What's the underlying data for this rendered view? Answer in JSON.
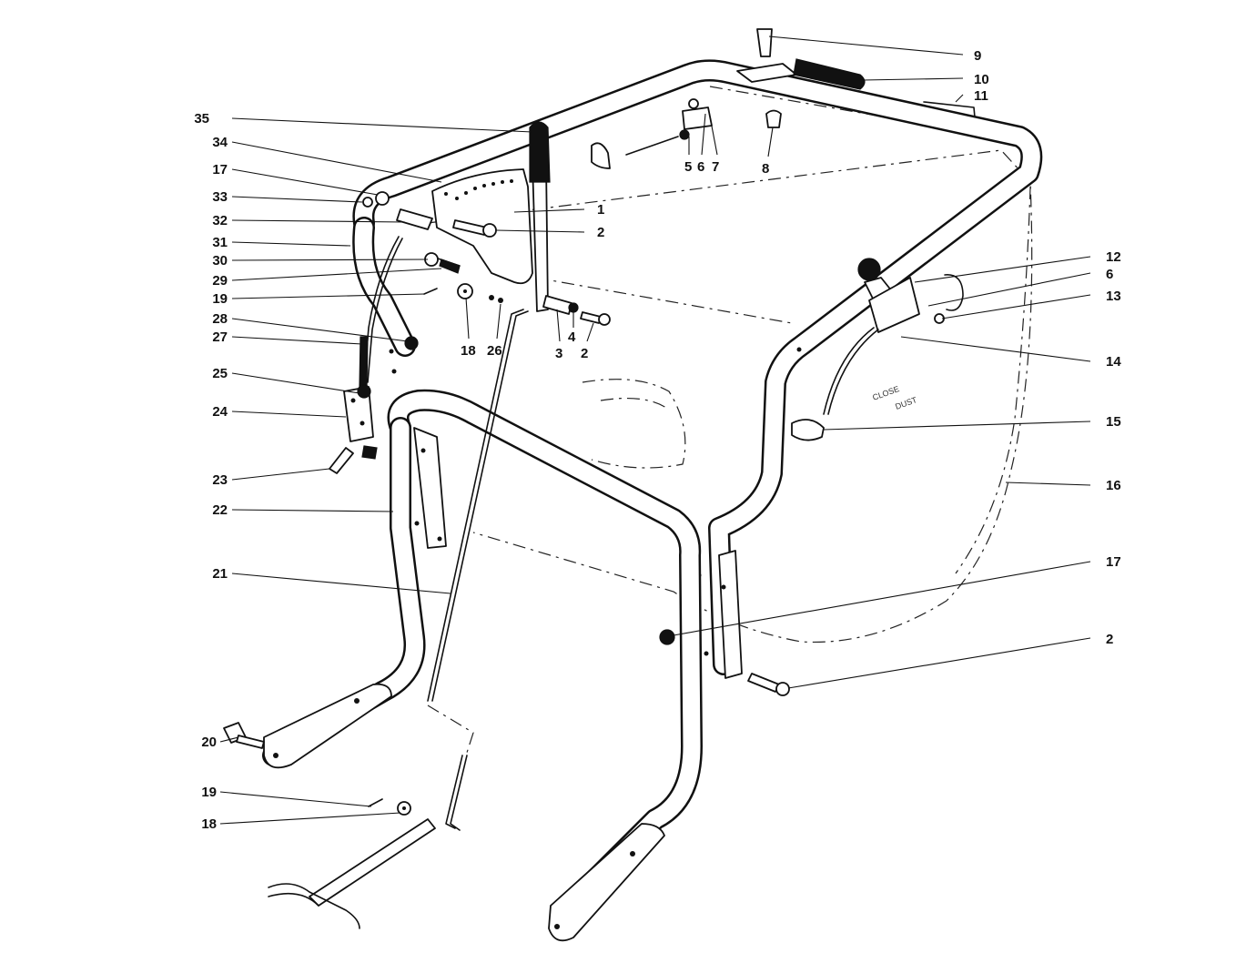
{
  "diagram": {
    "callouts": [
      {
        "id": "9",
        "label": "9"
      },
      {
        "id": "10",
        "label": "10"
      },
      {
        "id": "11",
        "label": "11"
      },
      {
        "id": "35",
        "label": "35"
      },
      {
        "id": "34",
        "label": "34"
      },
      {
        "id": "17a",
        "label": "17"
      },
      {
        "id": "33",
        "label": "33"
      },
      {
        "id": "32",
        "label": "32"
      },
      {
        "id": "31",
        "label": "31"
      },
      {
        "id": "30",
        "label": "30"
      },
      {
        "id": "29",
        "label": "29"
      },
      {
        "id": "19a",
        "label": "19"
      },
      {
        "id": "28",
        "label": "28"
      },
      {
        "id": "27",
        "label": "27"
      },
      {
        "id": "25",
        "label": "25"
      },
      {
        "id": "24",
        "label": "24"
      },
      {
        "id": "23",
        "label": "23"
      },
      {
        "id": "22",
        "label": "22"
      },
      {
        "id": "21",
        "label": "21"
      },
      {
        "id": "20",
        "label": "20"
      },
      {
        "id": "19b",
        "label": "19"
      },
      {
        "id": "18b",
        "label": "18"
      },
      {
        "id": "1",
        "label": "1"
      },
      {
        "id": "2a",
        "label": "2"
      },
      {
        "id": "5",
        "label": "5"
      },
      {
        "id": "6a",
        "label": "6"
      },
      {
        "id": "7",
        "label": "7"
      },
      {
        "id": "8",
        "label": "8"
      },
      {
        "id": "18a",
        "label": "18"
      },
      {
        "id": "26",
        "label": "26"
      },
      {
        "id": "3",
        "label": "3"
      },
      {
        "id": "4",
        "label": "4"
      },
      {
        "id": "2b",
        "label": "2"
      },
      {
        "id": "12",
        "label": "12"
      },
      {
        "id": "6b",
        "label": "6"
      },
      {
        "id": "13",
        "label": "13"
      },
      {
        "id": "14",
        "label": "14"
      },
      {
        "id": "15",
        "label": "15"
      },
      {
        "id": "16",
        "label": "16"
      },
      {
        "id": "17b",
        "label": "17"
      },
      {
        "id": "2c",
        "label": "2"
      }
    ],
    "bag_markings": [
      "CLOSE",
      "DUST"
    ]
  }
}
